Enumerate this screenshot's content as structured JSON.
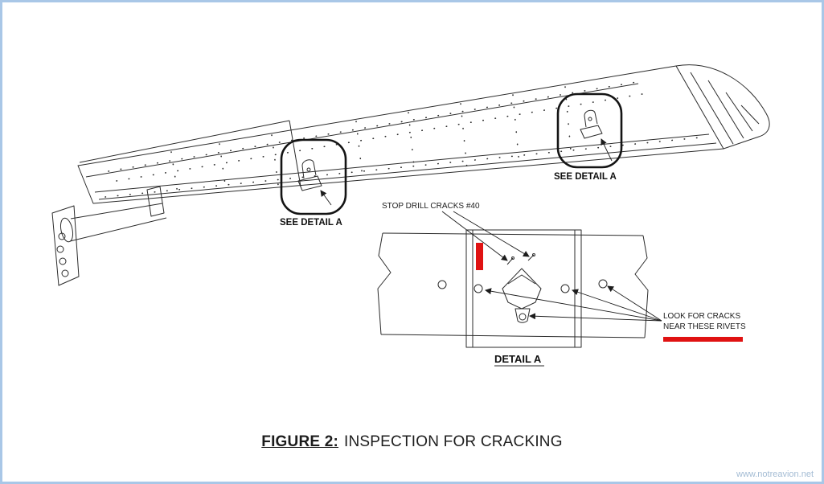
{
  "figure": {
    "caption_prefix": "FIGURE 2:",
    "caption_text": "INSPECTION FOR CRACKING",
    "watermark": "www.notreavion.net"
  },
  "callouts": {
    "see_detail_left": "SEE DETAIL A",
    "see_detail_right": "SEE DETAIL A"
  },
  "detail": {
    "title": "DETAIL A",
    "stop_drill_label": "STOP DRILL CRACKS #40",
    "look_line1": "LOOK FOR CRACKS",
    "look_line2": "NEAR THESE RIVETS"
  },
  "colors": {
    "highlight_red": "#e01212",
    "frame_blue": "#a9c7e7",
    "watermark_blue": "#a4bcd4",
    "line_color": "#2b2b2b"
  }
}
